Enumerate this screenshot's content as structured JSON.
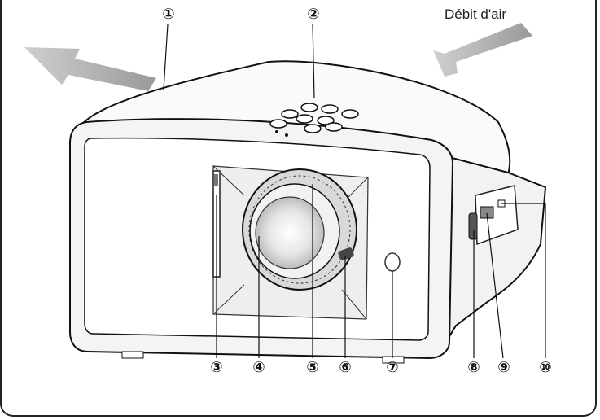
{
  "airflow_label": "Débit d'air",
  "callouts": {
    "c1": "①",
    "c2": "②",
    "c3": "③",
    "c4": "④",
    "c5": "⑤",
    "c6": "⑥",
    "c7": "⑦",
    "c8": "⑧",
    "c9": "⑨",
    "c10": "⑩"
  }
}
